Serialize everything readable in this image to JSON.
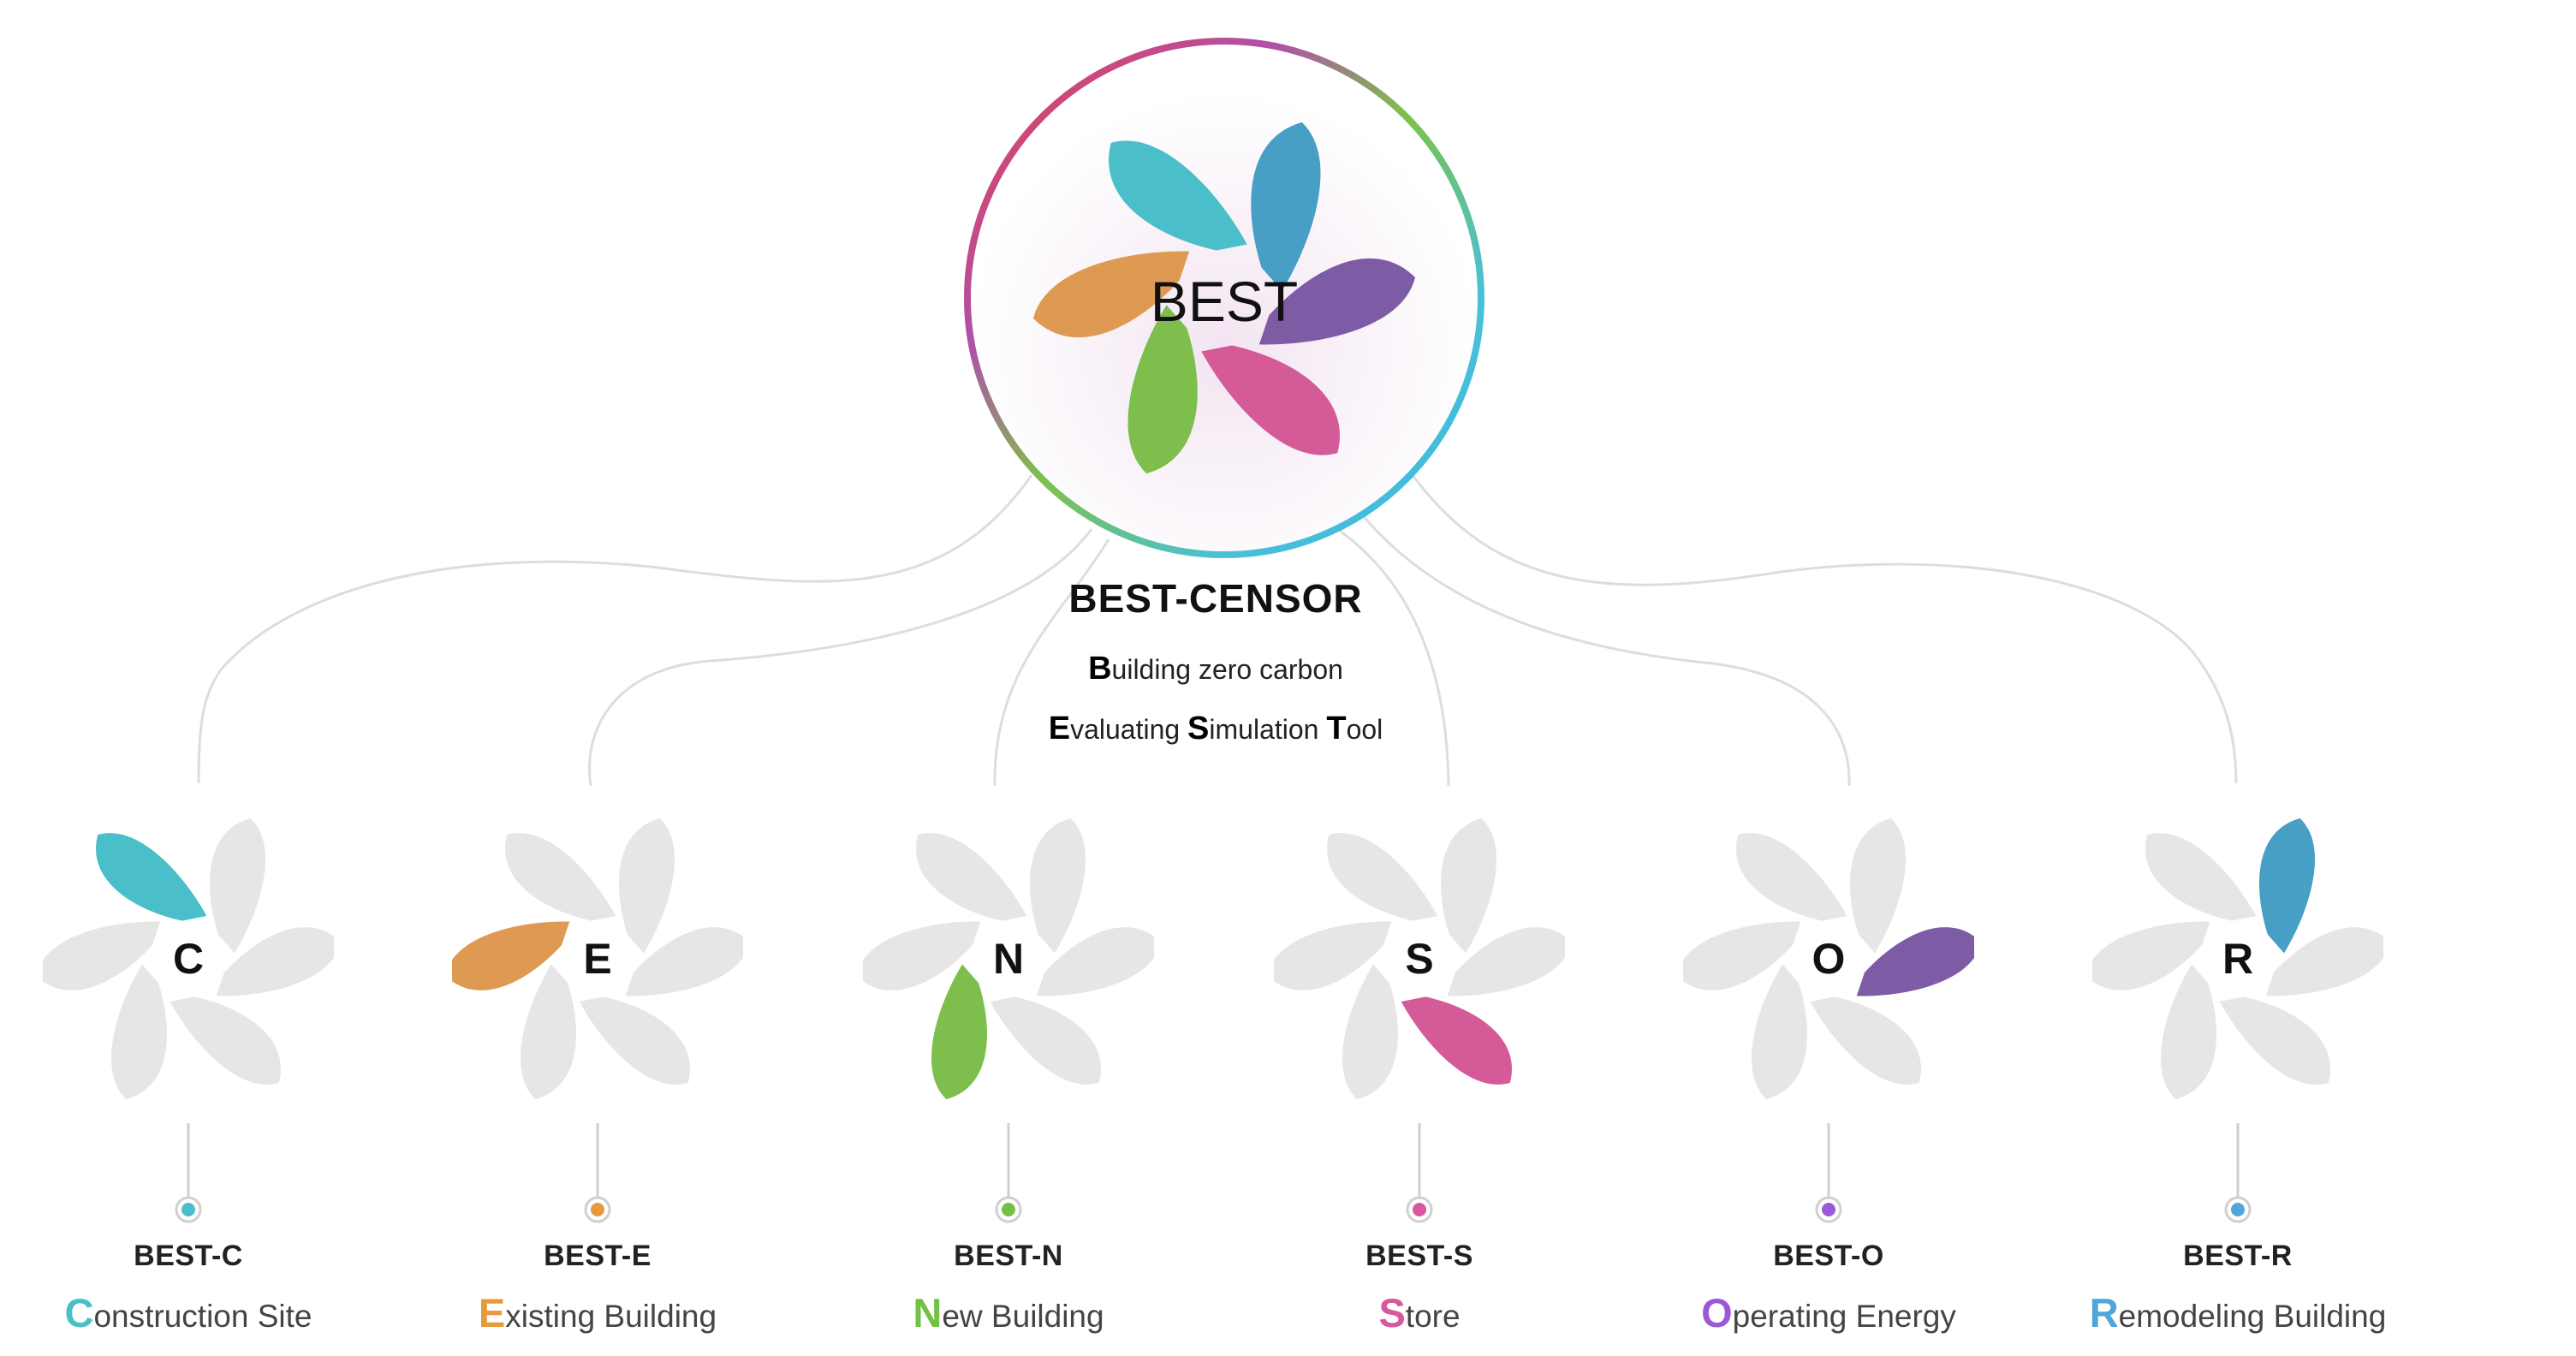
{
  "center": {
    "logo_text": "BEST",
    "title": "BEST-CENSOR",
    "line1": {
      "initial": "B",
      "rest": "uilding zero carbon"
    },
    "line2": [
      {
        "initial": "E",
        "rest": "valuating "
      },
      {
        "initial": "S",
        "rest": "imulation "
      },
      {
        "initial": "T",
        "rest": "ool"
      }
    ]
  },
  "modules": [
    {
      "key": "c",
      "letter": "C",
      "code": "BEST-C",
      "initial": "C",
      "rest": "onstruction Site",
      "color": "#4BBFC9",
      "petal": 0
    },
    {
      "key": "e",
      "letter": "E",
      "code": "BEST-E",
      "initial": "E",
      "rest": "xisting Building",
      "color": "#DE9A52",
      "petal": 5
    },
    {
      "key": "n",
      "letter": "N",
      "code": "BEST-N",
      "initial": "N",
      "rest": "ew Building",
      "color": "#7DBE4C",
      "petal": 4
    },
    {
      "key": "s",
      "letter": "S",
      "code": "BEST-S",
      "initial": "S",
      "rest": "tore",
      "color": "#D45B98",
      "petal": 3
    },
    {
      "key": "o",
      "letter": "O",
      "code": "BEST-O",
      "initial": "O",
      "rest": "perating Energy",
      "color": "#7E5BA5",
      "petal": 2
    },
    {
      "key": "r",
      "letter": "R",
      "code": "BEST-R",
      "initial": "R",
      "rest": "emodeling Building",
      "color": "#479FC6",
      "petal": 1
    }
  ],
  "colors": {
    "petal_c": "#4BBFC9",
    "petal_r": "#479FC6",
    "petal_o": "#7E5BA5",
    "petal_s": "#D45B98",
    "petal_n": "#7DBE4C",
    "petal_e": "#DE9A52",
    "petal_inactive": "#E6E6E6",
    "connector": "#DDDDDD",
    "initial_c": "#4BBFC9",
    "initial_e": "#E69A3C",
    "initial_n": "#72C044",
    "initial_s": "#D8589E",
    "initial_o": "#9B59D6",
    "initial_r": "#4FA6D8"
  }
}
